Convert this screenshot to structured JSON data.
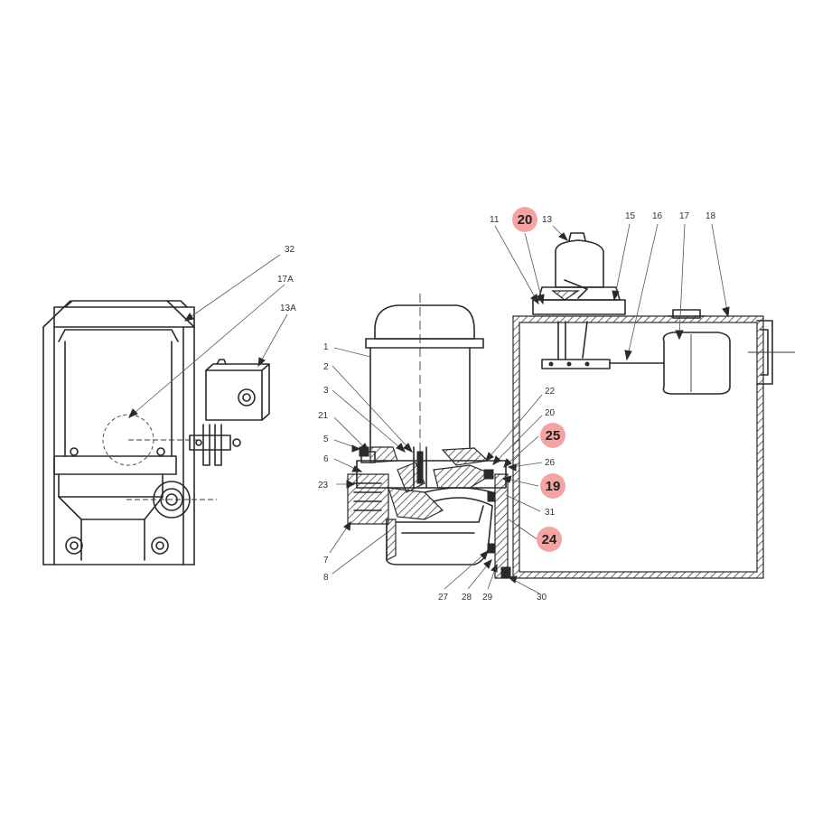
{
  "labels": {
    "l32": "32",
    "l17a": "17A",
    "l13a": "13A",
    "l1": "1",
    "l2": "2",
    "l3": "3",
    "l21": "21",
    "l5": "5",
    "l6": "6",
    "l23": "23",
    "l7": "7",
    "l8": "8",
    "l11": "11",
    "l13": "13",
    "l15": "15",
    "l16": "16",
    "l17": "17",
    "l18": "18",
    "l22": "22",
    "l20b": "20",
    "l26": "26",
    "l31": "31",
    "l27": "27",
    "l28": "28",
    "l29": "29",
    "l30": "30"
  },
  "highlights": {
    "h20": "20",
    "h25": "25",
    "h19": "19",
    "h24": "24"
  },
  "colors": {
    "highlight": "#f4a3a3",
    "line": "#2a2a2a"
  }
}
